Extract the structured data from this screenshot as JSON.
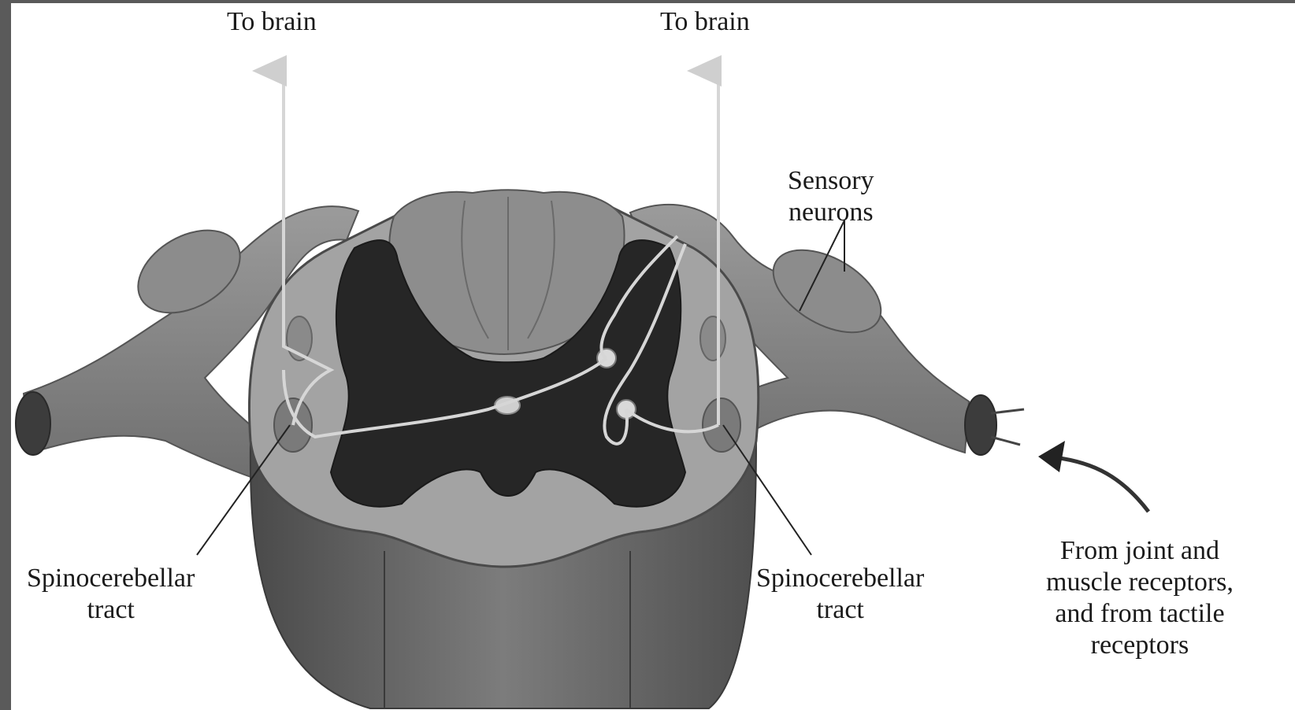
{
  "diagram": {
    "labels": {
      "to_brain_left": "To brain",
      "to_brain_right": "To brain",
      "sensory_neurons": "Sensory\nneurons",
      "spinocerebellar_left": "Spinocerebellar\ntract",
      "spinocerebellar_right": "Spinocerebellar\ntract",
      "receptors_source": "From joint and\nmuscle receptors,\nand from tactile\nreceptors"
    },
    "colors": {
      "background": "#ffffff",
      "frame": "#5a5a5a",
      "white_matter": "#a3a3a3",
      "gray_matter": "#262626",
      "cord_side": "#6d6d6d",
      "nerve": "#8a8a8a",
      "pathway": "#d6d6d6",
      "label_text": "#1a1a1a"
    }
  }
}
